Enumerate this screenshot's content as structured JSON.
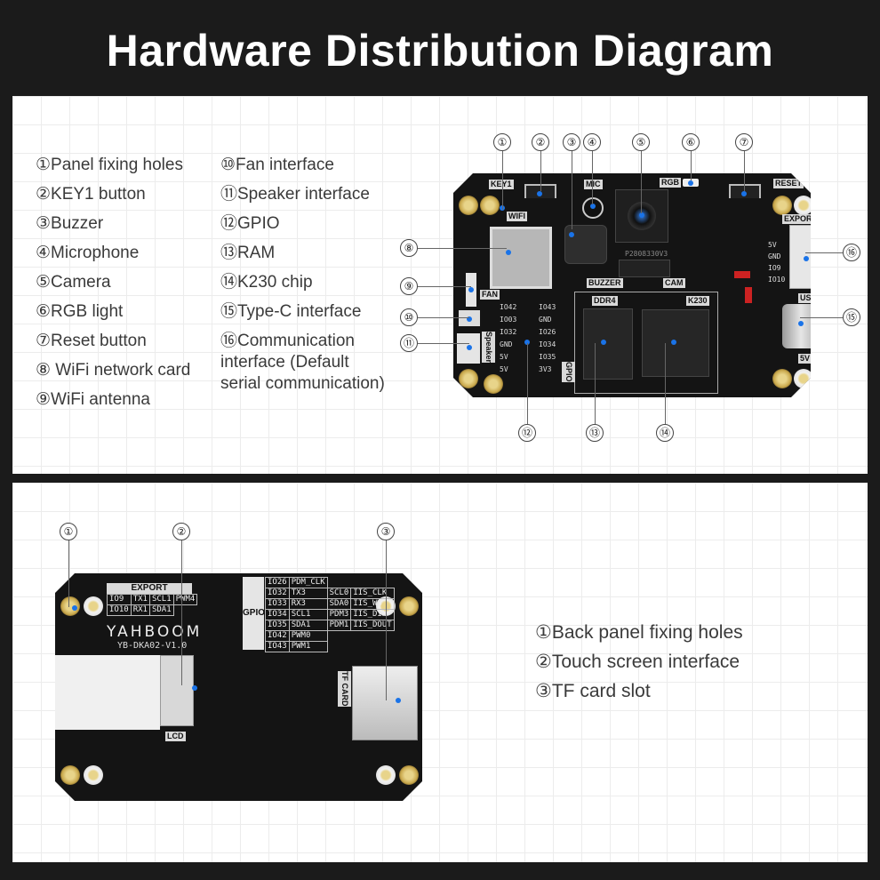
{
  "title": "Hardware Distribution Diagram",
  "front": {
    "legend_col1": [
      "①Panel fixing holes",
      "②KEY1 button",
      "③Buzzer",
      "④Microphone",
      "⑤Camera",
      "⑥RGB light",
      "⑦Reset button",
      "⑧ WiFi network card",
      "⑨WiFi antenna"
    ],
    "legend_col2": [
      "⑩Fan interface",
      "⑪Speaker interface",
      "⑫GPIO",
      "⑬RAM",
      "⑭K230 chip",
      "⑮Type-C interface",
      "⑯Communication",
      "interface (Default",
      "serial communication)"
    ],
    "callouts": {
      "c1": "①",
      "c2": "②",
      "c3": "③",
      "c4": "④",
      "c5": "⑤",
      "c6": "⑥",
      "c7": "⑦",
      "c8": "⑧",
      "c9": "⑨",
      "c10": "⑩",
      "c11": "⑪",
      "c12": "⑫",
      "c13": "⑬",
      "c14": "⑭",
      "c15": "⑮",
      "c16": "⑯"
    },
    "silk": {
      "key1": "KEY1",
      "wifi": "WIFI",
      "mic": "MIC",
      "rgb": "RGB",
      "reset": "RESET",
      "export": "EXPORT",
      "usb": "USB",
      "buzzer": "BUZZER",
      "cam": "CAM",
      "ddr4": "DDR4",
      "k230": "K230",
      "fan": "FAN",
      "speaker": "Speaker",
      "gpio": "GPIO",
      "v5": "5V",
      "camera_model": "P2808330V3",
      "export_pins": [
        "5V",
        "GND",
        "IO9",
        "IO10"
      ],
      "gpio_left": [
        "IO42",
        "IO03",
        "IO32",
        "GND",
        "5V",
        "5V"
      ],
      "gpio_right": [
        "IO43",
        "GND",
        "IO26",
        "IO34",
        "IO35",
        "3V3"
      ]
    }
  },
  "back": {
    "legend": [
      "①Back panel fixing holes",
      "②Touch screen interface",
      "③TF card slot"
    ],
    "callouts": {
      "c1": "①",
      "c2": "②",
      "c3": "③"
    },
    "brand": "YAHBOOM",
    "model": "YB-DKA02-V1.0",
    "lcd": "LCD",
    "tf_card": "TF CARD",
    "gpio": "GPIO",
    "export": "EXPORT",
    "export_table": [
      [
        "IO9",
        "TX1",
        "SCL1",
        "PWM4"
      ],
      [
        "IO10",
        "RX1",
        "SDA1",
        ""
      ]
    ],
    "gpio_table": [
      [
        "IO26",
        "PDM_CLK",
        "",
        ""
      ],
      [
        "IO32",
        "TX3",
        "SCL0",
        "IIS_CLK"
      ],
      [
        "IO33",
        "RX3",
        "SDA0",
        "IIS_WS"
      ],
      [
        "IO34",
        "SCL1",
        "PDM3",
        "IIS_DIN"
      ],
      [
        "IO35",
        "SDA1",
        "PDM1",
        "IIS_DOUT"
      ],
      [
        "IO42",
        "PWM0",
        "",
        ""
      ],
      [
        "IO43",
        "PWM1",
        "",
        ""
      ]
    ]
  },
  "colors": {
    "background": "#1b1b1b",
    "marker": "#1a73e8",
    "board": "#141414"
  }
}
